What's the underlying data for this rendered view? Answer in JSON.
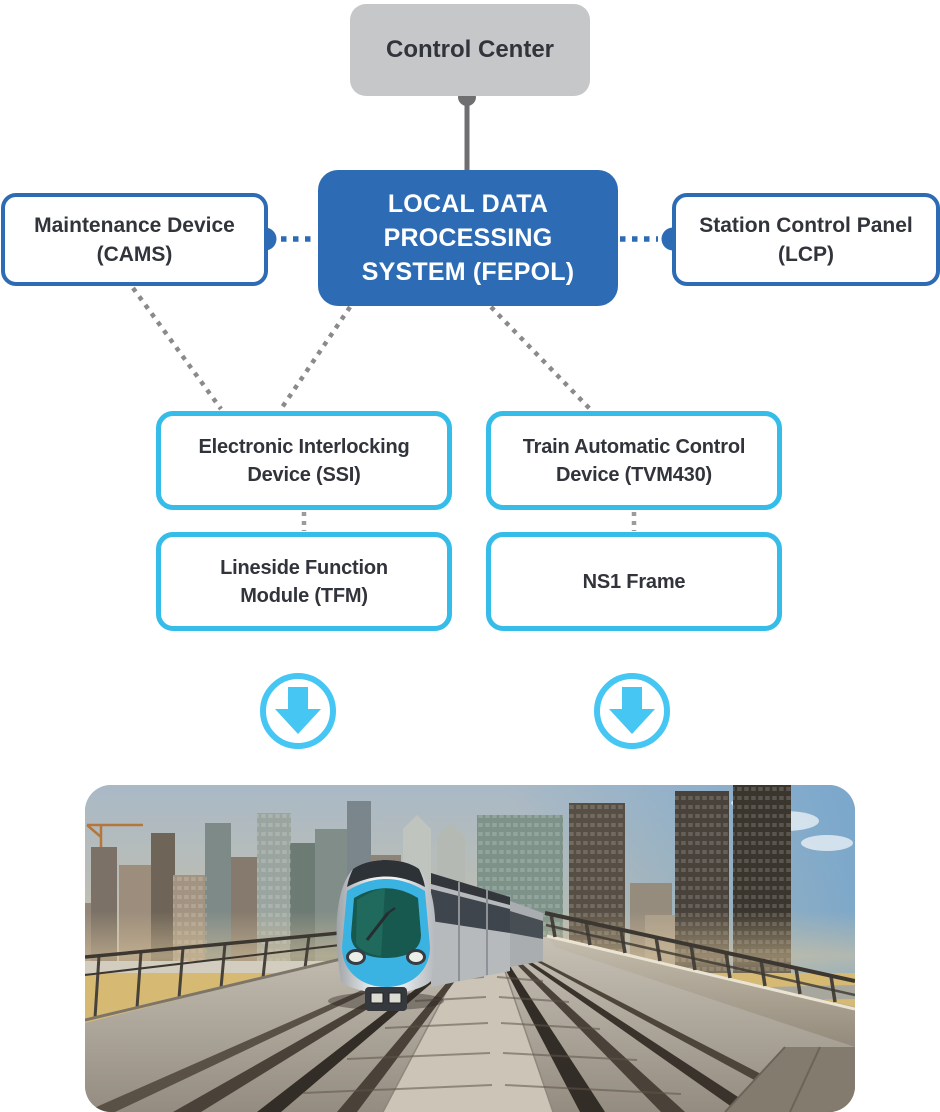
{
  "colors": {
    "primary_blue": "#2D6CB5",
    "accent_cyan": "#35BCE9",
    "arrow_cyan": "#45C6F3",
    "box_gray": "#C6C7C9",
    "connector_gray": "#6F6F72",
    "dotted_gray": "#8A8A8D",
    "text_dark": "#32343C"
  },
  "diagram": {
    "control_center": {
      "label": "Control Center"
    },
    "fepol": {
      "lines": [
        "LOCAL DATA",
        "PROCESSING",
        "SYSTEM (FEPOL)"
      ]
    },
    "cams": {
      "lines": [
        "Maintenance Device",
        "(CAMS)"
      ]
    },
    "lcp": {
      "lines": [
        "Station Control Panel",
        "(LCP)"
      ]
    },
    "ssi": {
      "lines": [
        "Electronic Interlocking",
        "Device (SSI)"
      ]
    },
    "tvm430": {
      "lines": [
        "Train Automatic Control",
        "Device (TVM430)"
      ]
    },
    "tfm": {
      "lines": [
        "Lineside Function",
        "Module (TFM)"
      ]
    },
    "ns1": {
      "lines": [
        "NS1 Frame"
      ]
    }
  },
  "icons": {
    "down_arrow_left": "down-arrow",
    "down_arrow_right": "down-arrow"
  },
  "photo": {
    "description": "Dubai metro train approaching on elevated twin tracks with a skyscraper skyline behind"
  }
}
